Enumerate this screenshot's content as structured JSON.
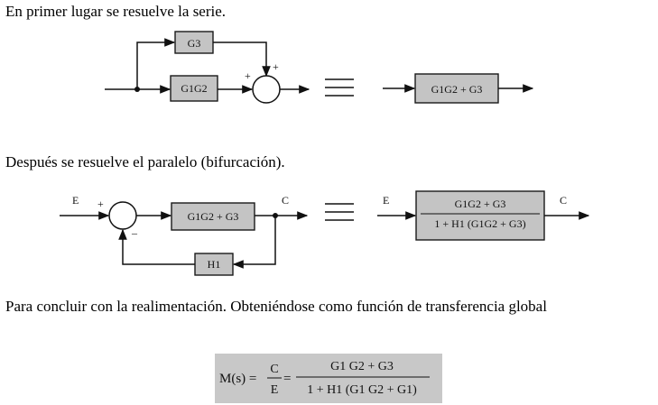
{
  "paragraphs": {
    "series": "En primer lugar se resuelve la serie.",
    "parallel": "Después se resuelve el paralelo (bifurcación).",
    "conclusion": "Para concluir con la realimentación. Obteniéndose como función de transferencia global"
  },
  "diagram1": {
    "block_top": "G3",
    "block_main": "G1G2",
    "sum_sign_left": "+",
    "sum_sign_top": "+",
    "equivalent_block": "G1G2 + G3"
  },
  "diagram2": {
    "input": "E",
    "output": "C",
    "sum_sign_plus": "+",
    "sum_sign_minus": "–",
    "forward_block": "G1G2 + G3",
    "feedback_block": "H1",
    "result_input": "E",
    "result_output": "C",
    "result_numerator": "G1G2 + G3",
    "result_denominator": "1 + H1 (G1G2 + G3)"
  },
  "formula": {
    "lhs": "M(s) =",
    "ratio_num": "C",
    "ratio_den": "E",
    "equals": "=",
    "numerator": "G1 G2 + G3",
    "denominator": "1 + H1 (G1 G2 + G1)"
  }
}
